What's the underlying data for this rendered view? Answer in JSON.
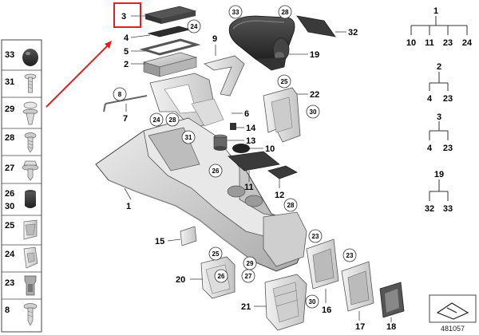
{
  "image_ref": "481057",
  "side_panel": {
    "items": [
      {
        "label": "33",
        "icon": "knob-icon"
      },
      {
        "label": "31",
        "icon": "screw-icon"
      },
      {
        "label": "29",
        "icon": "expanding-rivet-icon"
      },
      {
        "label": "28",
        "icon": "sheet-metal-screw-icon"
      },
      {
        "label": "27",
        "icon": "hex-collar-screw-icon"
      },
      {
        "label": "26",
        "icon": "rubber-grommet-icon"
      },
      {
        "label": "30",
        "icon": ""
      },
      {
        "label": "25",
        "icon": "clip-nut-icon"
      },
      {
        "label": "24",
        "icon": "expanding-nut-icon"
      },
      {
        "label": "23",
        "icon": "retaining-clip-icon"
      },
      {
        "label": "8",
        "icon": "washer-screw-icon"
      }
    ]
  },
  "callouts": {
    "c33a": "33",
    "c28a": "28",
    "c24a": "24",
    "c25a": "25",
    "c30a": "30",
    "c8": "8",
    "c24b": "24",
    "c28b": "28",
    "c31": "31",
    "c26a": "26",
    "c28c": "28",
    "c23a": "23",
    "c23b": "23",
    "c25b": "25",
    "c26b": "26",
    "c29": "29",
    "c27": "27",
    "c30b": "30"
  },
  "labels": {
    "l3": "3",
    "l4": "4",
    "l5": "5",
    "l2": "2",
    "l9": "9",
    "l32": "32",
    "l19": "19",
    "l22": "22",
    "l7": "7",
    "l6": "6",
    "l14": "14",
    "l13": "13",
    "l10": "10",
    "l11": "11",
    "l12": "12",
    "l1": "1",
    "l15": "15",
    "l20": "20",
    "l21": "21",
    "l16": "16",
    "l17": "17",
    "l18": "18"
  },
  "trees": [
    {
      "root": "1",
      "children": [
        "10",
        "11",
        "23",
        "24"
      ]
    },
    {
      "root": "2",
      "children": [
        "4",
        "23"
      ]
    },
    {
      "root": "3",
      "children": [
        "4",
        "23"
      ]
    },
    {
      "root": "19",
      "children": [
        "32",
        "33"
      ]
    }
  ],
  "colors": {
    "highlight": "#e02020",
    "part_fill": "#d4d4d4",
    "part_dark": "#3a3a3a",
    "outline": "#555555"
  }
}
